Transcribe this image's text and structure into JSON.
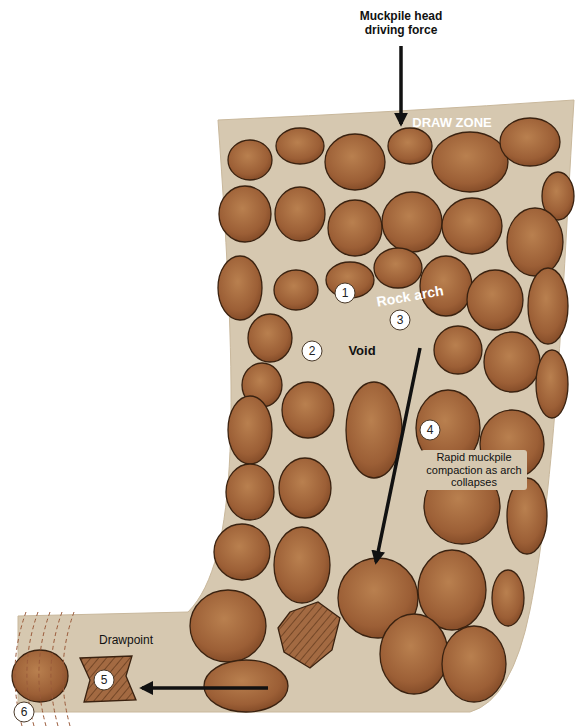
{
  "diagram": {
    "labels": [
      "Muckpile head driving force",
      "DRAW ZONE",
      "1",
      "Rock arch",
      "3",
      "2",
      "Void",
      "4",
      "Rapid muckpile compaction as arch collapses",
      "Drawpoint",
      "5",
      "6"
    ]
  }
}
